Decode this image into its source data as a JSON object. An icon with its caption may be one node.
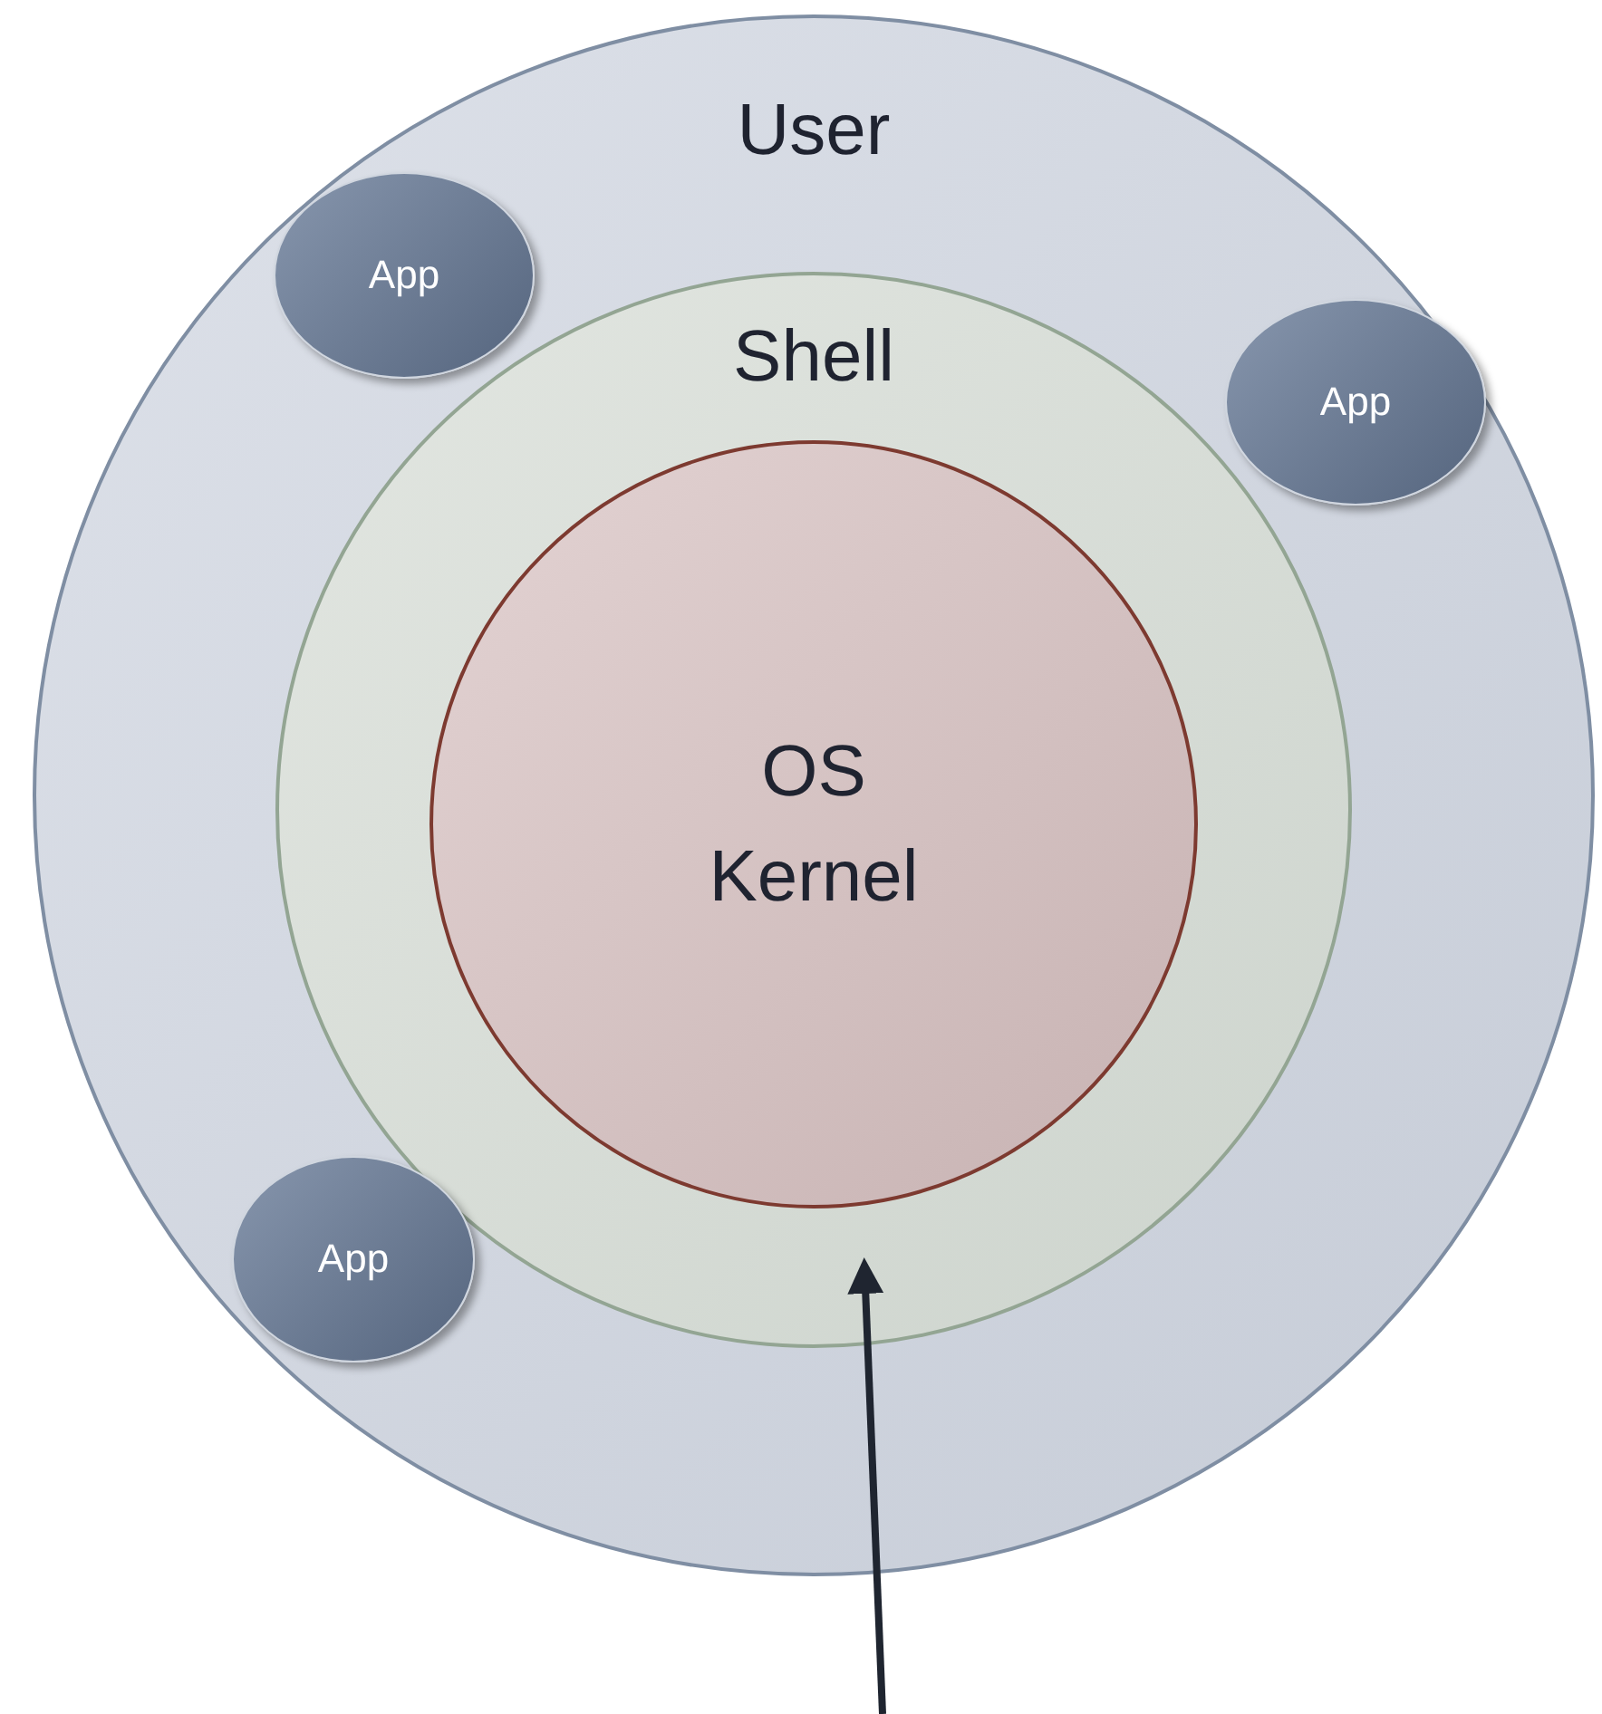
{
  "diagram": {
    "nodes": [
      {
        "text": [
          "User"
        ]
      },
      {
        "text": [
          "App"
        ],
        "in": 0
      },
      {
        "text": [
          "Shell"
        ],
        "in": 0
      },
      {
        "text": [
          "App"
        ],
        "in": 0
      },
      {
        "text": [
          "OS Kernel"
        ],
        "in": 2
      },
      {
        "text": [
          "App"
        ],
        "in": 0
      }
    ],
    "edges": [
      {
        "from": null,
        "to": 2,
        "arrow": "to"
      }
    ]
  }
}
